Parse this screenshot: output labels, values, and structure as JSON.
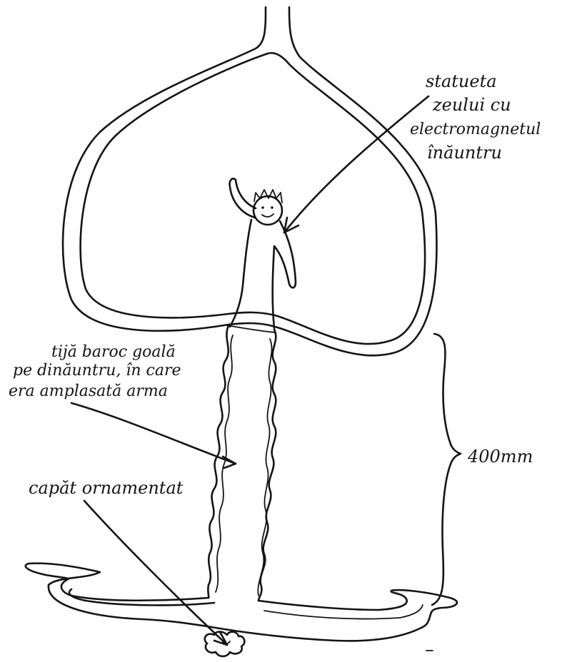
{
  "labels": {
    "statue": [
      "statueta",
      "zeului cu",
      "electromagnetul",
      "înăuntru"
    ],
    "rod": [
      "tijă baroc goală",
      "pe dinăuntru, în care",
      "era amplasată arma"
    ],
    "end": "capăt ornamentat",
    "dimension": "400mm"
  },
  "colors": {
    "ink": "#141414",
    "paper": "#ffffff"
  }
}
